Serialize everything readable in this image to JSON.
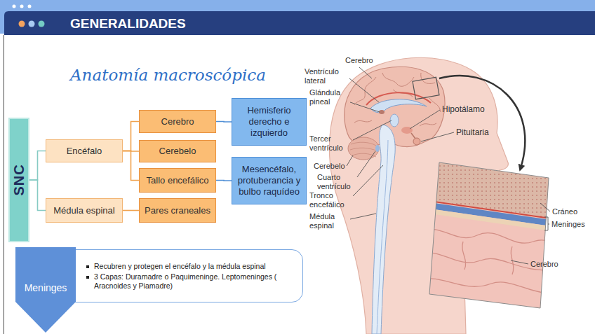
{
  "diagram": {
    "title": "GENERALIDADES",
    "nodes": [
      {
        "text": [
          "SNC"
        ]
      },
      {
        "text": [
          "Encéfalo"
        ]
      },
      {
        "text": [
          "Médula espinal"
        ]
      },
      {
        "text": [
          "Cerebro"
        ]
      },
      {
        "text": [
          "Cerebelo"
        ]
      },
      {
        "text": [
          "Tallo encefálico"
        ]
      },
      {
        "text": [
          "Pares craneales"
        ]
      },
      {
        "text": [
          "Hemisferio derecho e izquierdo"
        ]
      },
      {
        "text": [
          "Mesencéfalo, protuberancia y bulbo raquídeo"
        ]
      },
      {
        "text": [
          "Meninges"
        ]
      },
      {
        "text": [
          "Recubren y protegen el encéfalo y la médula espinal",
          "3 Capas: Duramadre o Paquimeninge. Leptomeninges ( Aracnoides y Piamadre)"
        ]
      }
    ],
    "edges": [
      {
        "from": 0,
        "to": 1,
        "arrow": "none"
      },
      {
        "from": 0,
        "to": 2,
        "arrow": "none"
      },
      {
        "from": 1,
        "to": 3,
        "arrow": "none"
      },
      {
        "from": 1,
        "to": 4,
        "arrow": "none"
      },
      {
        "from": 1,
        "to": 5,
        "arrow": "none"
      },
      {
        "from": 2,
        "to": 6,
        "arrow": "none"
      },
      {
        "from": 3,
        "to": 7,
        "arrow": "none"
      },
      {
        "from": 5,
        "to": 8,
        "arrow": "none"
      }
    ],
    "labels": [
      "Anatomía macroscópica",
      "Cerebro",
      "Ventrículo lateral",
      "Glándula pineal",
      "Hipotálamo",
      "Pituitaria",
      "Tercer ventrículo",
      "Cerebelo",
      "Cuarto ventrículo",
      "Tronco encefálico",
      "Médula espinal",
      "Cráneo",
      "Meninges",
      "Cerebro"
    ]
  }
}
